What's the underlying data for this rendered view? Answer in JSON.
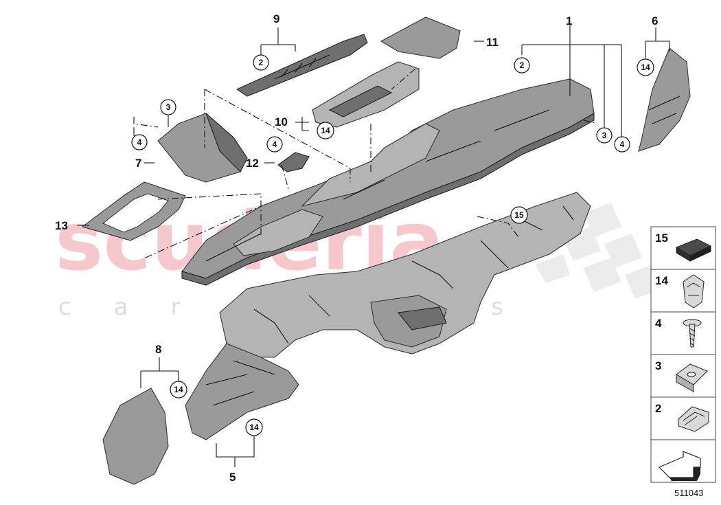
{
  "watermark": {
    "brand": "scuderia",
    "sub": "car parts"
  },
  "callouts": {
    "c1": "1",
    "c2": "2",
    "c3": "3",
    "c4": "4",
    "c5": "5",
    "c6": "6",
    "c7": "7",
    "c8": "8",
    "c9": "9",
    "c10": "10",
    "c11": "11",
    "c12": "12",
    "c13": "13"
  },
  "circled": {
    "r2a": "2",
    "r2b": "2",
    "r3a": "3",
    "r3b": "3",
    "r4a": "4",
    "r4b": "4",
    "r4c": "4",
    "r14a": "14",
    "r14b": "14",
    "r14c": "14",
    "r14d": "14",
    "r15": "15"
  },
  "legend": [
    {
      "num": "15",
      "icon": "foam-pad-icon"
    },
    {
      "num": "14",
      "icon": "clip-icon"
    },
    {
      "num": "4",
      "icon": "screw-icon"
    },
    {
      "num": "3",
      "icon": "nut-clip-icon"
    },
    {
      "num": "2",
      "icon": "spring-clip-icon"
    }
  ],
  "diagram_code": "511043"
}
